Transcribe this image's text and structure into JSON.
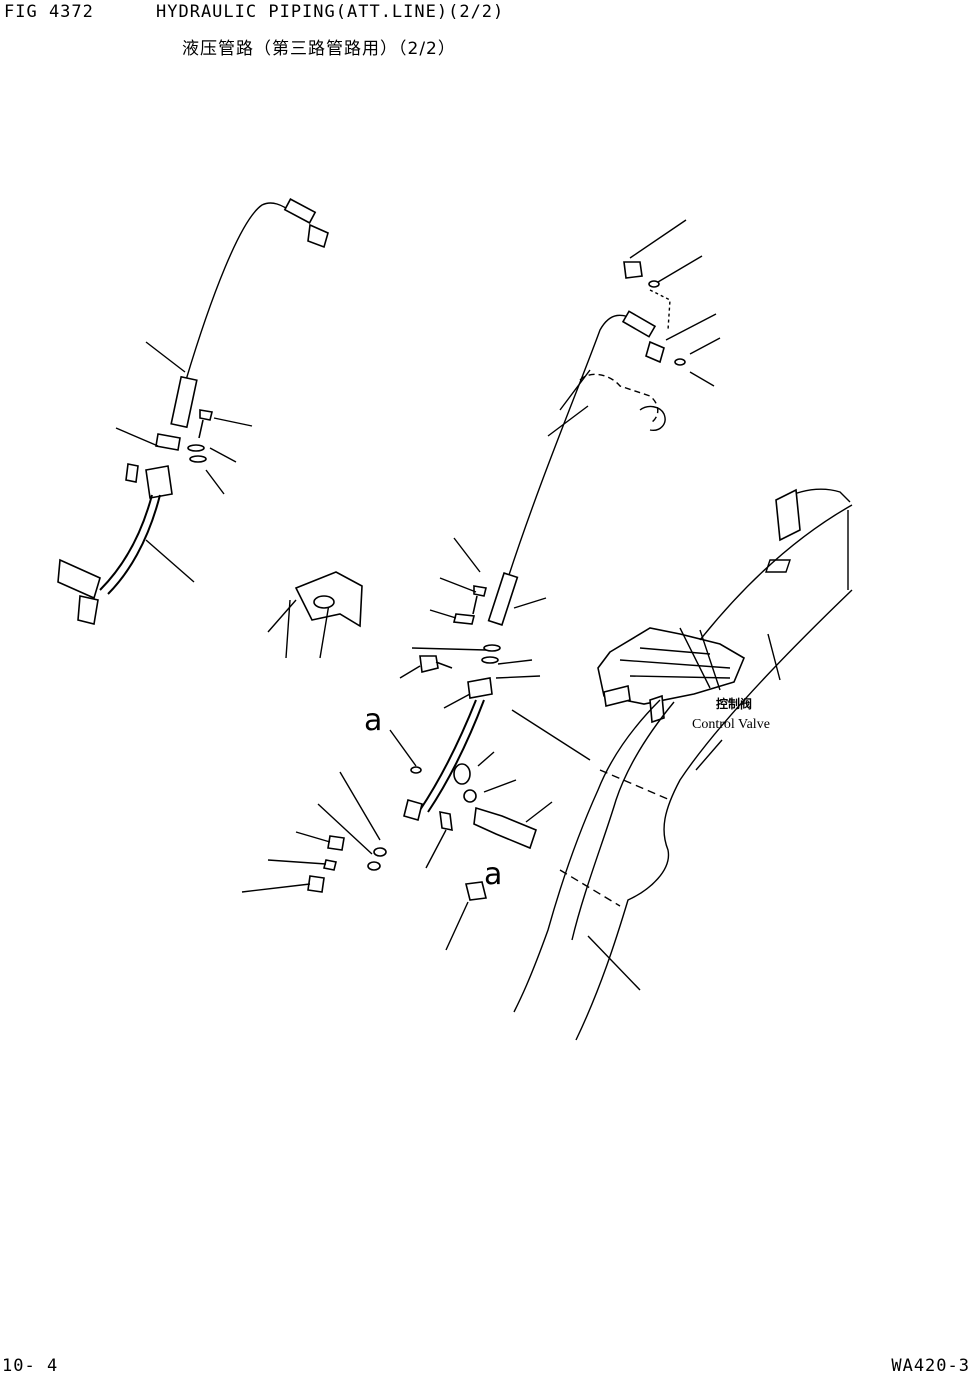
{
  "header": {
    "fig_no": "FIG 4372",
    "title_en": "HYDRAULIC PIPING(ATT.LINE)(2/2)",
    "title_jp": "液压管路（第三路管路用）（2/2）"
  },
  "footer": {
    "page_no": "10- 4",
    "model": "WA420-3"
  },
  "diagram": {
    "label_control_valve_jp": "控制阀",
    "label_control_valve_en": "Control Valve",
    "ref_letter_1": "a",
    "ref_letter_2": "a"
  }
}
